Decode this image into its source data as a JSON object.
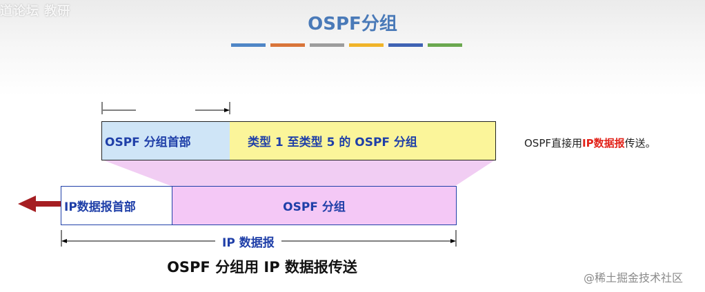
{
  "header": {
    "watermark": "道论坛 教研",
    "title": "OSPF分组",
    "color_bars": [
      "#4f86c6",
      "#d9753a",
      "#9c9c9c",
      "#f0b429",
      "#3f63b4",
      "#6aa84f"
    ]
  },
  "diagram": {
    "ospf_header_label": "OSPF 分组首部",
    "ospf_body_label": "类型 1 至类型 5 的 OSPF 分组",
    "ip_header_label": "IP数据报首部",
    "ip_payload_label": "OSPF 分组",
    "ip_datagram_label": "IP 数据报",
    "note_prefix": "OSPF直接用",
    "note_emphasis": "IP数据报",
    "note_suffix": "传送。",
    "caption": "OSPF 分组用 IP 数据报传送",
    "colors": {
      "ospf_header": "#cfe5f7",
      "ospf_body": "#fbf59a",
      "ip_header": "#ffffff",
      "ip_payload": "#f4c8f6",
      "mapping": "#f1cdf3",
      "arrow": "#a51e22",
      "label_text": "#1f3fa8"
    }
  },
  "footer": {
    "watermark": "@稀土掘金技术社区"
  }
}
